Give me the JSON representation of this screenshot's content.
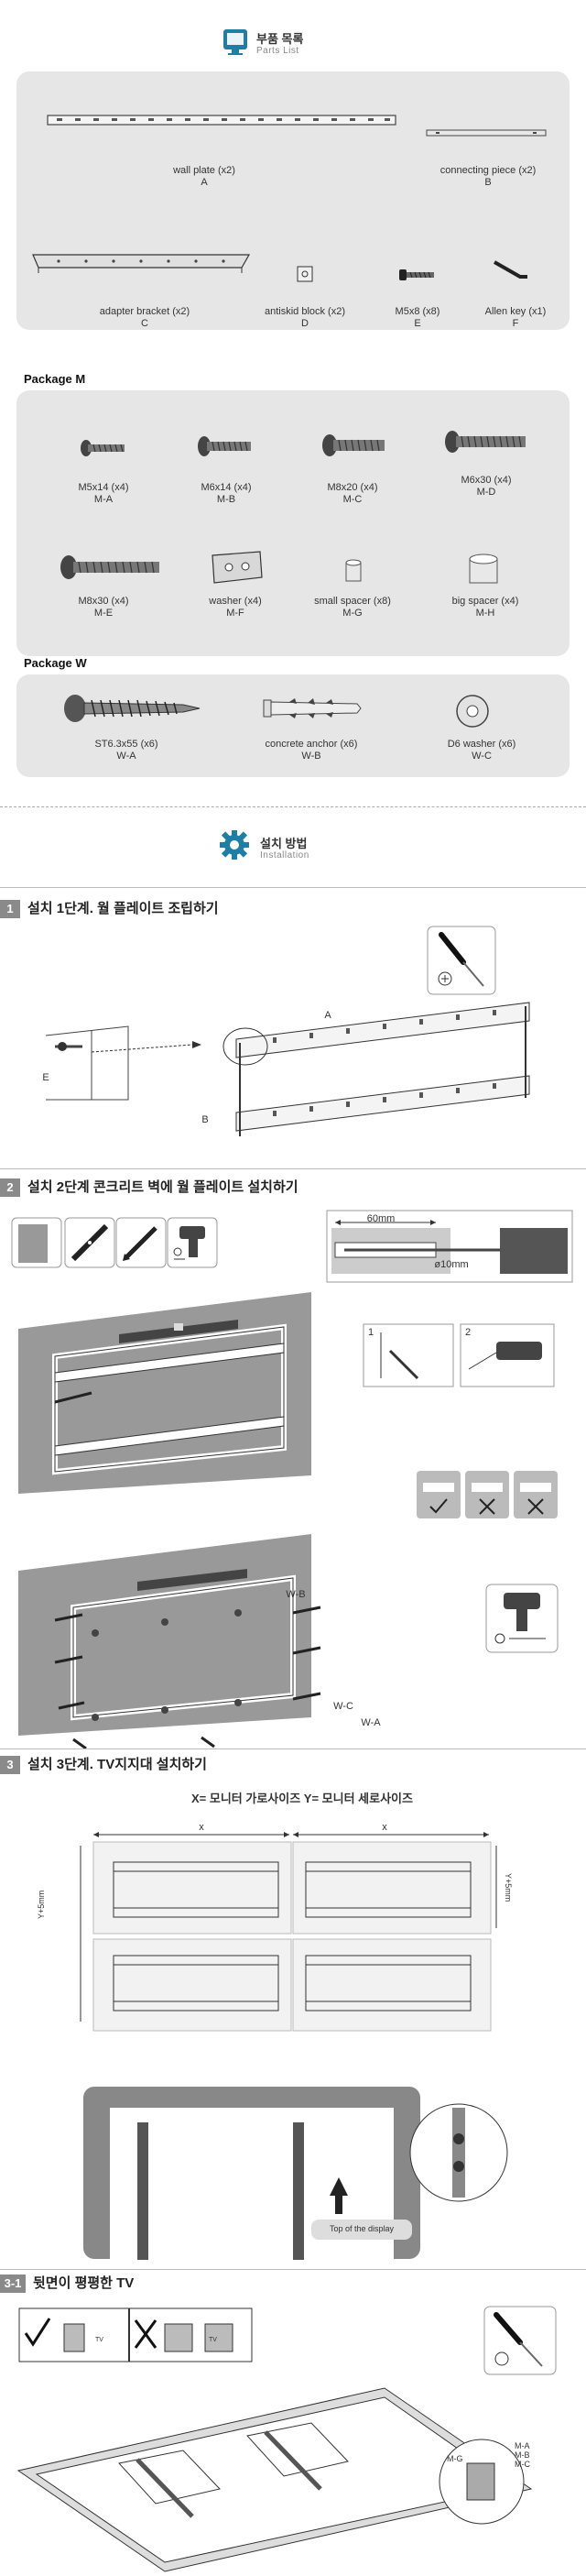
{
  "parts_header": {
    "title_ko": "부품 목록",
    "title_en": "Parts List"
  },
  "parts": [
    {
      "name": "wall plate (x2)",
      "letter": "A"
    },
    {
      "name": "connecting piece (x2)",
      "letter": "B"
    },
    {
      "name": "adapter bracket (x2)",
      "letter": "C"
    },
    {
      "name": "antiskid block (x2)",
      "letter": "D"
    },
    {
      "name": "M5x8 (x8)",
      "letter": "E"
    },
    {
      "name": "Allen key (x1)",
      "letter": "F"
    }
  ],
  "package_m": {
    "title": "Package M",
    "items": [
      {
        "name": "M5x14 (x4)",
        "code": "M-A"
      },
      {
        "name": "M6x14 (x4)",
        "code": "M-B"
      },
      {
        "name": "M8x20 (x4)",
        "code": "M-C"
      },
      {
        "name": "M6x30 (x4)",
        "code": "M-D"
      },
      {
        "name": "M8x30 (x4)",
        "code": "M-E"
      },
      {
        "name": "washer (x4)",
        "code": "M-F"
      },
      {
        "name": "small spacer (x8)",
        "code": "M-G"
      },
      {
        "name": "big spacer (x4)",
        "code": "M-H"
      }
    ]
  },
  "package_w": {
    "title": "Package W",
    "items": [
      {
        "name": "ST6.3x55  (x6)",
        "code": "W-A"
      },
      {
        "name": "concrete anchor (x6)",
        "code": "W-B"
      },
      {
        "name": "D6 washer (x6)",
        "code": "W-C"
      }
    ]
  },
  "install_header": {
    "title_ko": "설치 방법",
    "title_en": "Installation"
  },
  "steps": [
    {
      "num": "1",
      "title": "설치 1단계. 월 플레이트 조립하기"
    },
    {
      "num": "2",
      "title": "설치 2단계  콘크리트 벽에 월 플레이트 설치하기"
    },
    {
      "num": "3",
      "title": "설치 3단계. TV지지대 설치하기"
    },
    {
      "num": "3-1",
      "title": "뒷면이 평평한 TV"
    }
  ],
  "step1_labels": {
    "a": "A",
    "b": "B",
    "e": "E"
  },
  "step2_labels": {
    "depth": "60mm",
    "dia": "ø10mm",
    "n1": "1",
    "n2": "2",
    "wb": "W-B",
    "wc": "W-C",
    "wa": "W-A"
  },
  "step3": {
    "legend": "X=  모니터 가로사이즈  Y=  모니터 세로사이즈",
    "x": "x",
    "x2": "x",
    "y_left": "Y+5mm",
    "y_right": "Y+5mm",
    "top_label": "Top of the display"
  },
  "step31_labels": {
    "ma": "M-A",
    "mb": "M-B",
    "mc": "M-C",
    "mg": "M-G",
    "tv1": "TV",
    "tv2": "TV"
  }
}
